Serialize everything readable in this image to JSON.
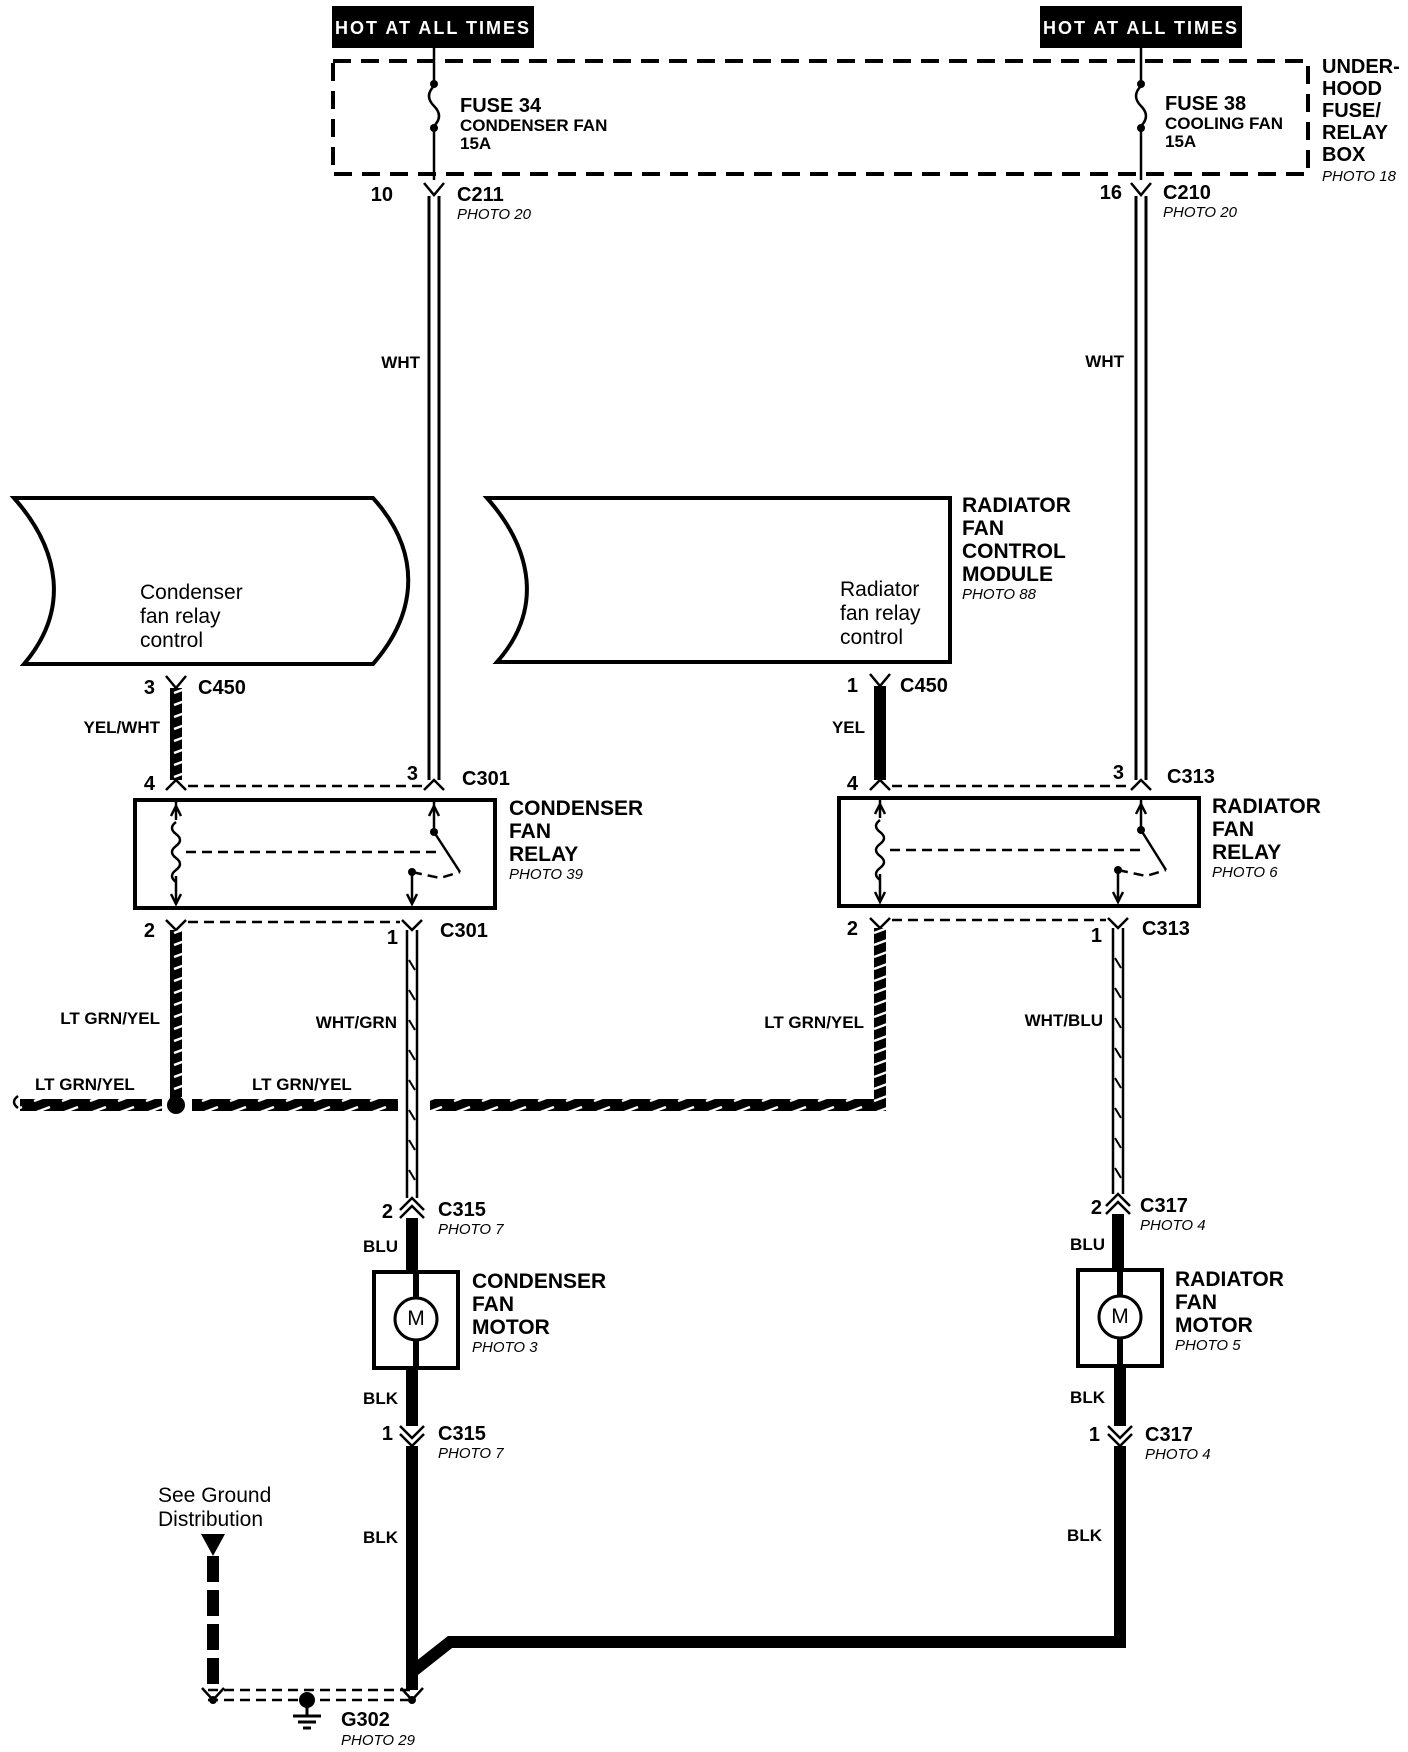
{
  "hot_labels": [
    "HOT AT ALL TIMES",
    "HOT AT ALL TIMES"
  ],
  "fuse_box": {
    "lines": [
      "UNDER-",
      "HOOD",
      "FUSE/",
      "RELAY",
      "BOX"
    ],
    "photo": "PHOTO 18",
    "fuse34": {
      "name": "FUSE 34",
      "desc": "CONDENSER FAN",
      "amps": "15A"
    },
    "fuse38": {
      "name": "FUSE 38",
      "desc": "COOLING FAN",
      "amps": "15A"
    }
  },
  "connectors": {
    "c211": {
      "pin": "10",
      "name": "C211",
      "photo": "PHOTO 20"
    },
    "c210": {
      "pin": "16",
      "name": "C210",
      "photo": "PHOTO 20"
    },
    "c450_left": {
      "pin": "3",
      "name": "C450"
    },
    "c450_right": {
      "pin": "1",
      "name": "C450"
    },
    "c301_top": {
      "pin_a": "4",
      "pin_b": "3",
      "name": "C301"
    },
    "c313_top": {
      "pin_a": "4",
      "pin_b": "3",
      "name": "C313"
    },
    "c301_bottom": {
      "pin_a": "2",
      "pin_b": "1",
      "name": "C301"
    },
    "c313_bottom": {
      "pin_a": "2",
      "pin_b": "1",
      "name": "C313"
    },
    "c315_top": {
      "pin": "2",
      "name": "C315",
      "photo": "PHOTO 7"
    },
    "c315_bottom": {
      "pin": "1",
      "name": "C315",
      "photo": "PHOTO 7"
    },
    "c317_top": {
      "pin": "2",
      "name": "C317",
      "photo": "PHOTO 4"
    },
    "c317_bottom": {
      "pin": "1",
      "name": "C317",
      "photo": "PHOTO 4"
    }
  },
  "wires": {
    "wht_left": "WHT",
    "wht_right": "WHT",
    "yel_wht": "YEL/WHT",
    "yel": "YEL",
    "lt_grn_yel_1": "LT GRN/YEL",
    "lt_grn_yel_2": "LT GRN/YEL",
    "lt_grn_yel_3": "LT GRN/YEL",
    "lt_grn_yel_4": "LT GRN/YEL",
    "wht_grn": "WHT/GRN",
    "wht_blu": "WHT/BLU",
    "blu_left": "BLU",
    "blu_right": "BLU",
    "blk_left_1": "BLK",
    "blk_left_2": "BLK",
    "blk_right_1": "BLK",
    "blk_right_2": "BLK"
  },
  "modules": {
    "condenser_control": [
      "Condenser",
      "fan relay",
      "control"
    ],
    "radiator_control": [
      "Radiator",
      "fan relay",
      "control"
    ],
    "radiator_module": {
      "lines": [
        "RADIATOR",
        "FAN",
        "CONTROL",
        "MODULE"
      ],
      "photo": "PHOTO 88"
    }
  },
  "relays": {
    "condenser": {
      "lines": [
        "CONDENSER",
        "FAN",
        "RELAY"
      ],
      "photo": "PHOTO 39"
    },
    "radiator": {
      "lines": [
        "RADIATOR",
        "FAN",
        "RELAY"
      ],
      "photo": "PHOTO 6"
    }
  },
  "motors": {
    "condenser": {
      "lines": [
        "CONDENSER",
        "FAN",
        "MOTOR"
      ],
      "photo": "PHOTO 3",
      "symbol": "M"
    },
    "radiator": {
      "lines": [
        "RADIATOR",
        "FAN",
        "MOTOR"
      ],
      "photo": "PHOTO 5",
      "symbol": "M"
    }
  },
  "ground": {
    "note": [
      "See Ground",
      "Distribution"
    ],
    "name": "G302",
    "photo": "PHOTO 29"
  },
  "colors": {
    "ink": "#000000",
    "paper": "#ffffff"
  },
  "icons": [
    "fuse-icon",
    "relay-coil-icon",
    "relay-switch-icon",
    "motor-icon",
    "ground-icon",
    "splice-dot-icon",
    "connector-icon"
  ]
}
